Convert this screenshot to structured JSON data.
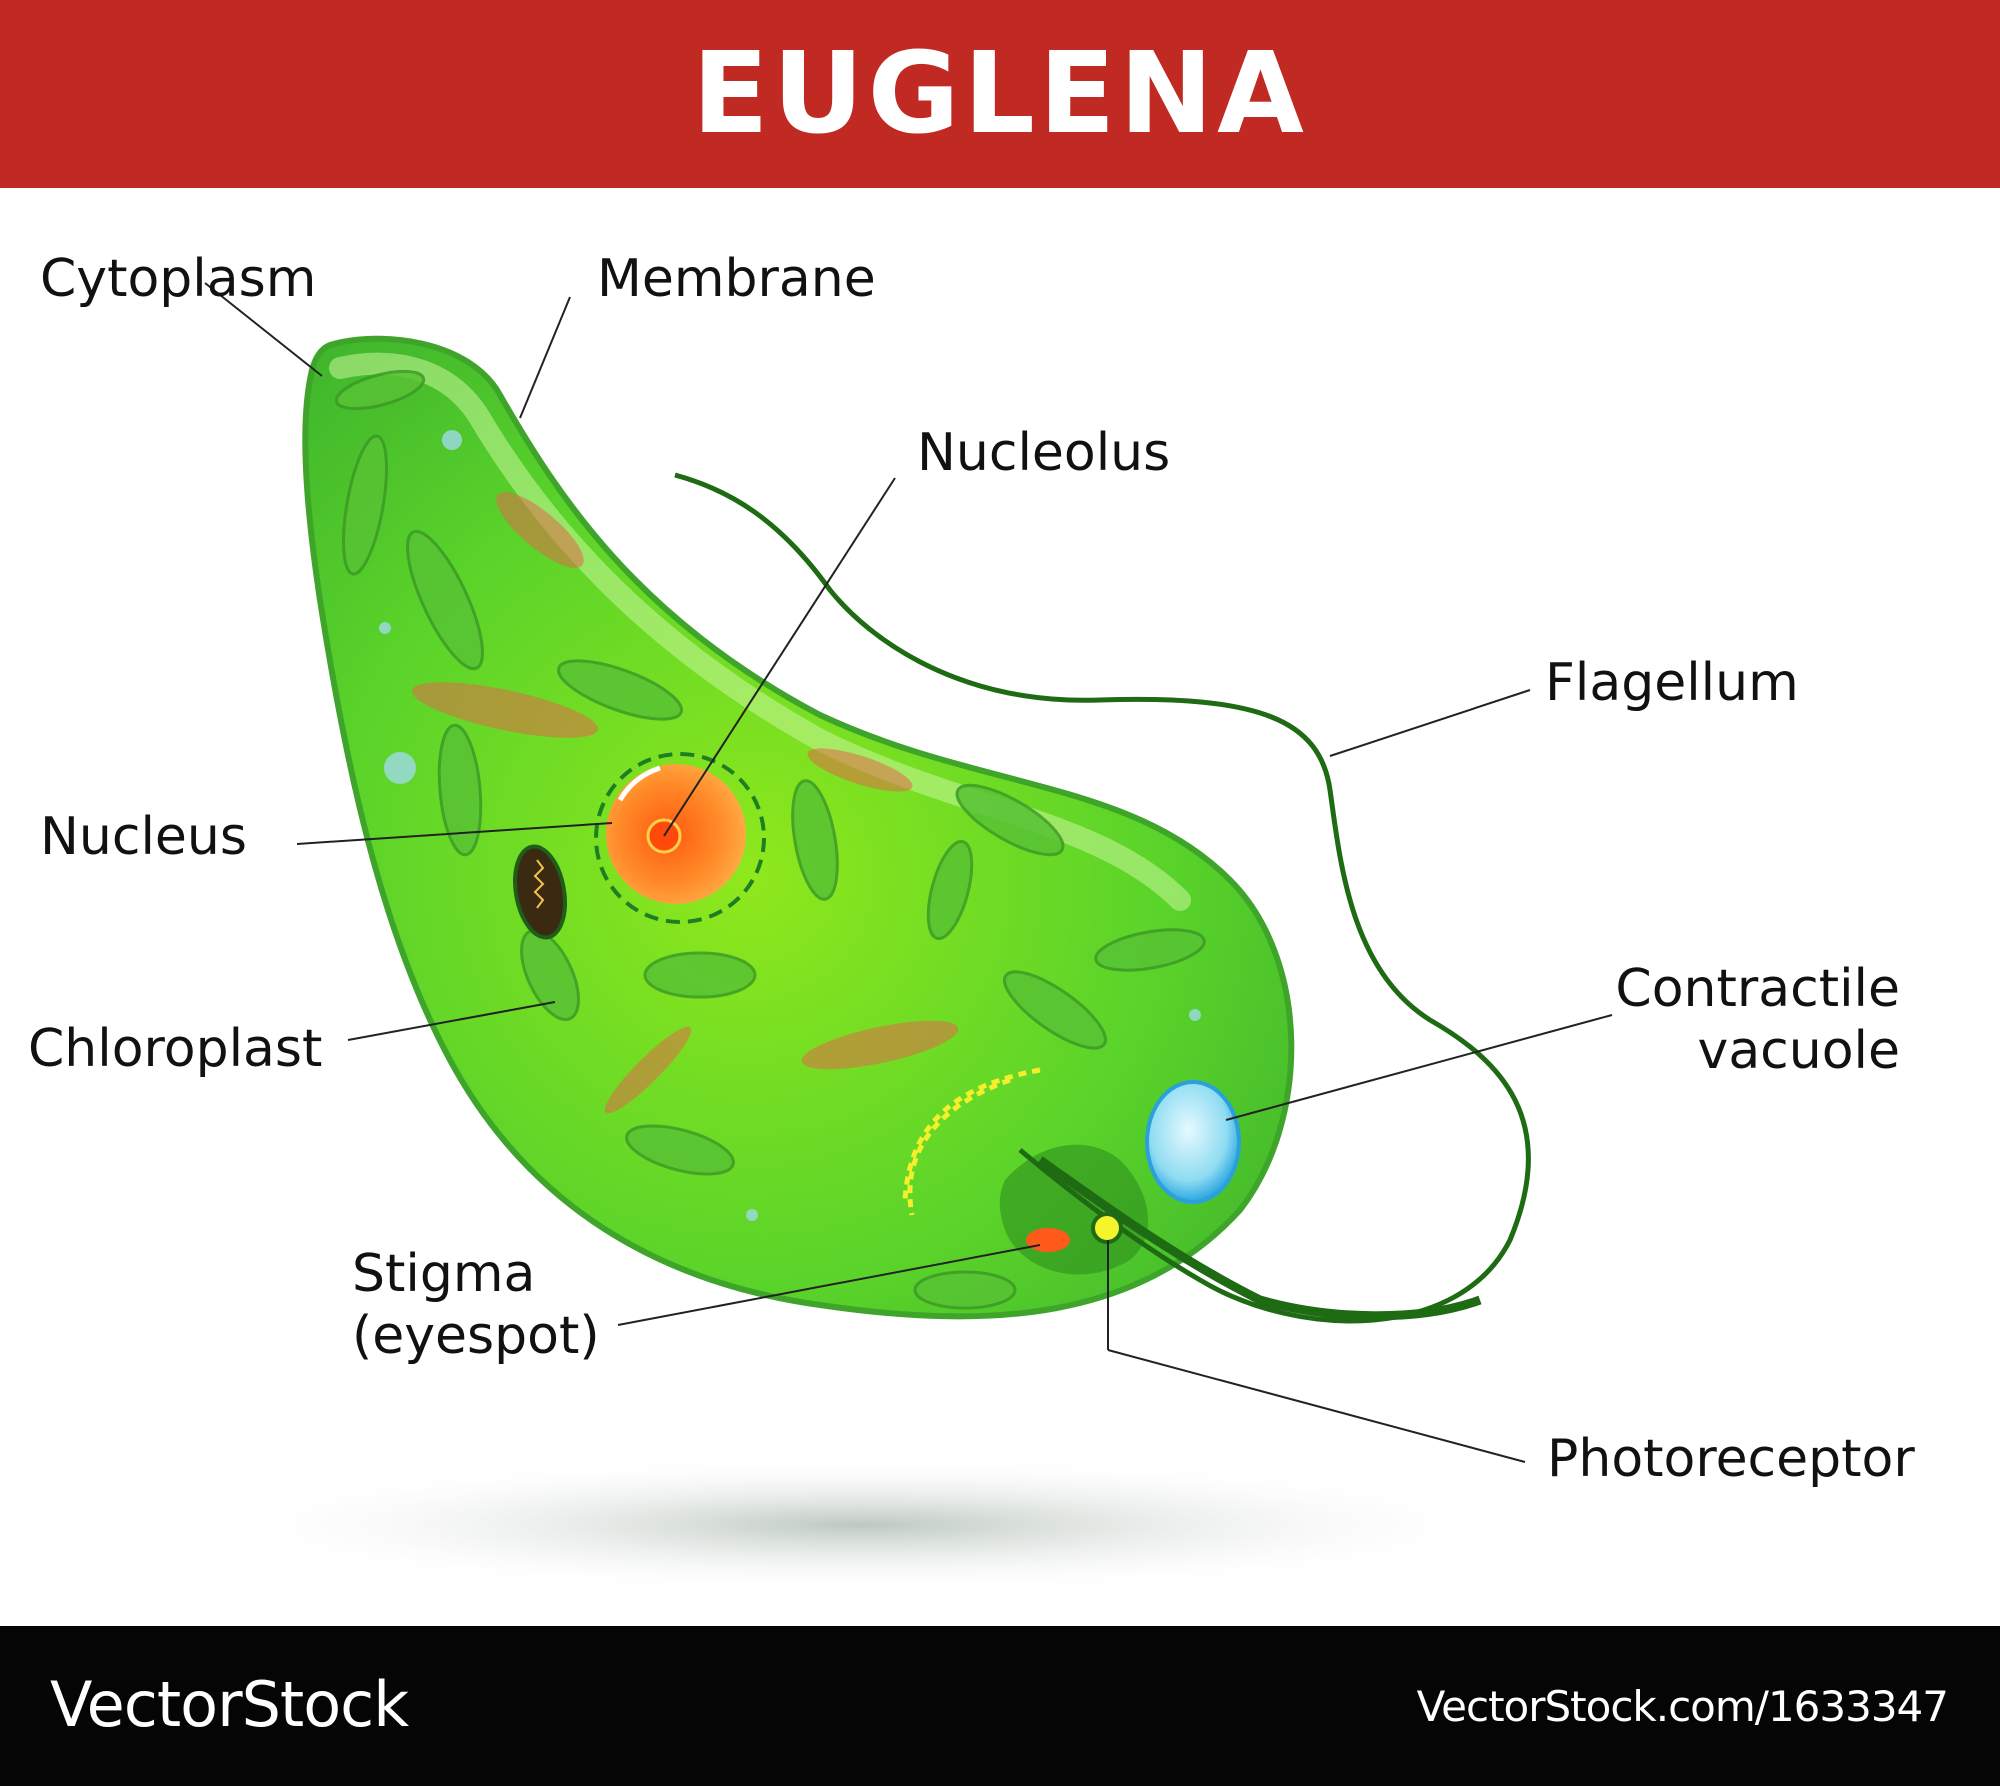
{
  "title": "EUGLENA",
  "labels": {
    "cytoplasm": "Cytoplasm",
    "membrane": "Membrane",
    "nucleolus": "Nucleolus",
    "flagellum": "Flagellum",
    "nucleus": "Nucleus",
    "contractile_line1": "Contractile",
    "contractile_line2": "vacuole",
    "chloroplast": "Chloroplast",
    "stigma_line1": "Stigma",
    "stigma_line2": "(eyespot)",
    "photoreceptor": "Photoreceptor"
  },
  "footer": {
    "brand": "VectorStock",
    "url": "VectorStock.com/1633347"
  },
  "colors": {
    "title_bar": "#c02a23",
    "cell_green": "#5fd12a",
    "nucleus_orange": "#ff7a1a",
    "flagellum": "#1e6b14",
    "vacuole": "#9ee4f5",
    "footer": "#050505"
  }
}
